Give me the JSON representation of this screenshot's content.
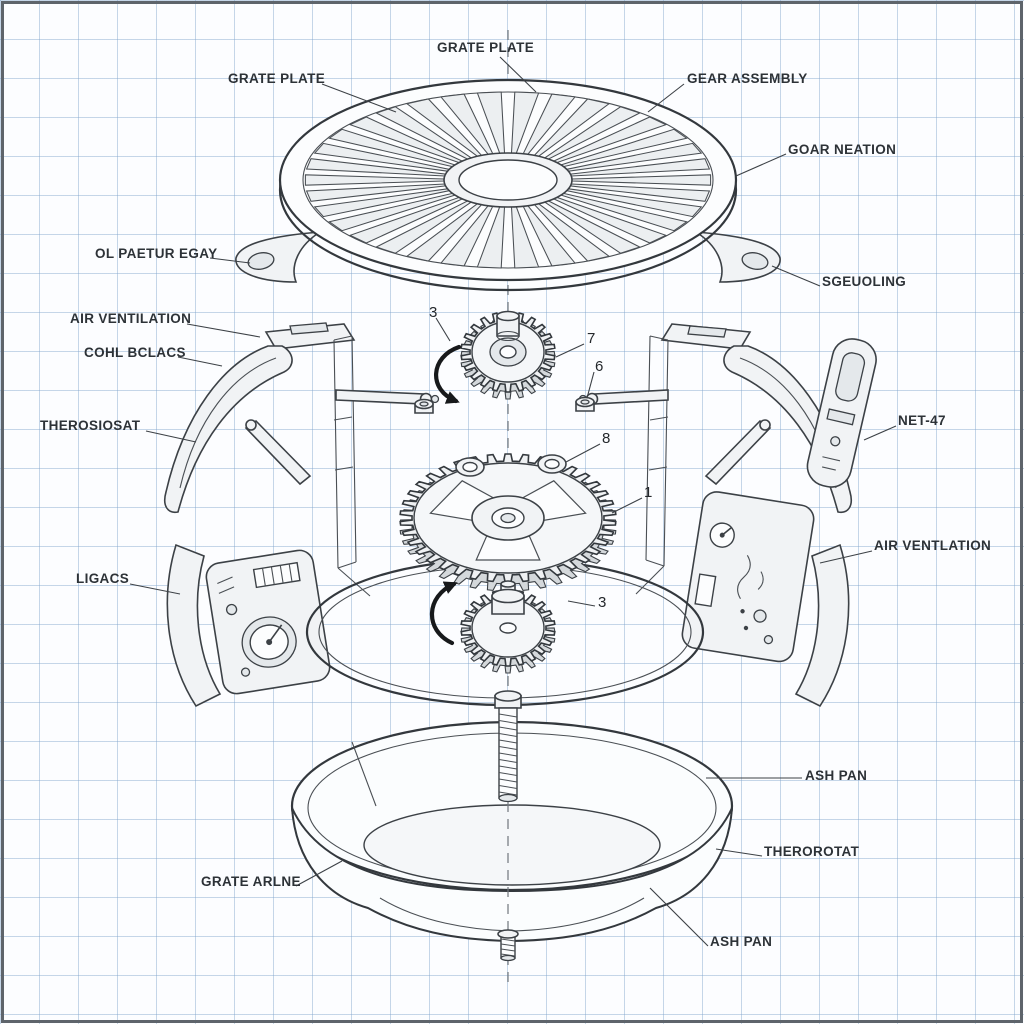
{
  "colors": {
    "paper": "#fcfdff",
    "grid_line": "#b9cfe6",
    "ink": "#3c4146"
  },
  "labels": {
    "grate_plate_top": "GRATE PLATE",
    "grate_plate_left": "GRATE PLATE",
    "gear_assembly": "GEAR ASSEMBLY",
    "goar_neation": "GOAR NEATION",
    "ol_paetur_egay": "OL PAETUR EGAY",
    "sgeuoling": "SGEUOLING",
    "air_ventilation_left": "AIR VENTILATION",
    "cohl_bclacs": "COHL BCLACS",
    "therosiosat": "THEROSIOSAT",
    "net_47": "NET-47",
    "air_ventlation_right": "AIR VENTLATION",
    "ligacs": "LIGACS",
    "ash_pan_right": "ASH PAN",
    "therorotat": "THEROROTAT",
    "grate_arlne": "GRATE ARLNE",
    "ash_pan_bottom": "ASH PAN"
  },
  "numbers": [
    "3",
    "7",
    "6",
    "8",
    "1",
    "3"
  ]
}
